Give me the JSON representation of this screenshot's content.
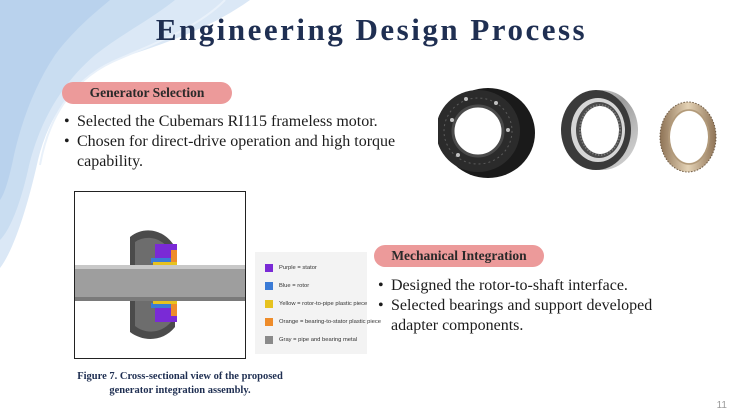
{
  "slide": {
    "title": "Engineering Design Process",
    "page_number": "11"
  },
  "generator": {
    "label": "Generator Selection",
    "bullets": [
      "Selected the Cubemars RI115 frameless motor.",
      "Chosen for direct-drive operation and high torque capability."
    ]
  },
  "mechanical": {
    "label": "Mechanical Integration",
    "bullets": [
      "Designed the rotor-to-shaft interface.",
      "Selected bearings and support developed adapter components."
    ]
  },
  "figure": {
    "caption_line1": "Figure 7. Cross-sectional view of the proposed",
    "caption_line2": "generator integration assembly.",
    "legend": [
      {
        "label": "Purple = stator",
        "color": "#7a2ad6"
      },
      {
        "label": "Blue = rotor",
        "color": "#3b7bd6"
      },
      {
        "label": "Yellow = rotor-to-pipe plastic piece",
        "color": "#e6c21f"
      },
      {
        "label": "Orange = bearing-to-stator plastic piece",
        "color": "#ee8c2a"
      },
      {
        "label": "Gray = pipe and bearing metal",
        "color": "#8a8a8a"
      }
    ]
  },
  "colors": {
    "title": "#1f2f52",
    "pill": "#ec9a9a",
    "wave": "#cfe0f3"
  }
}
